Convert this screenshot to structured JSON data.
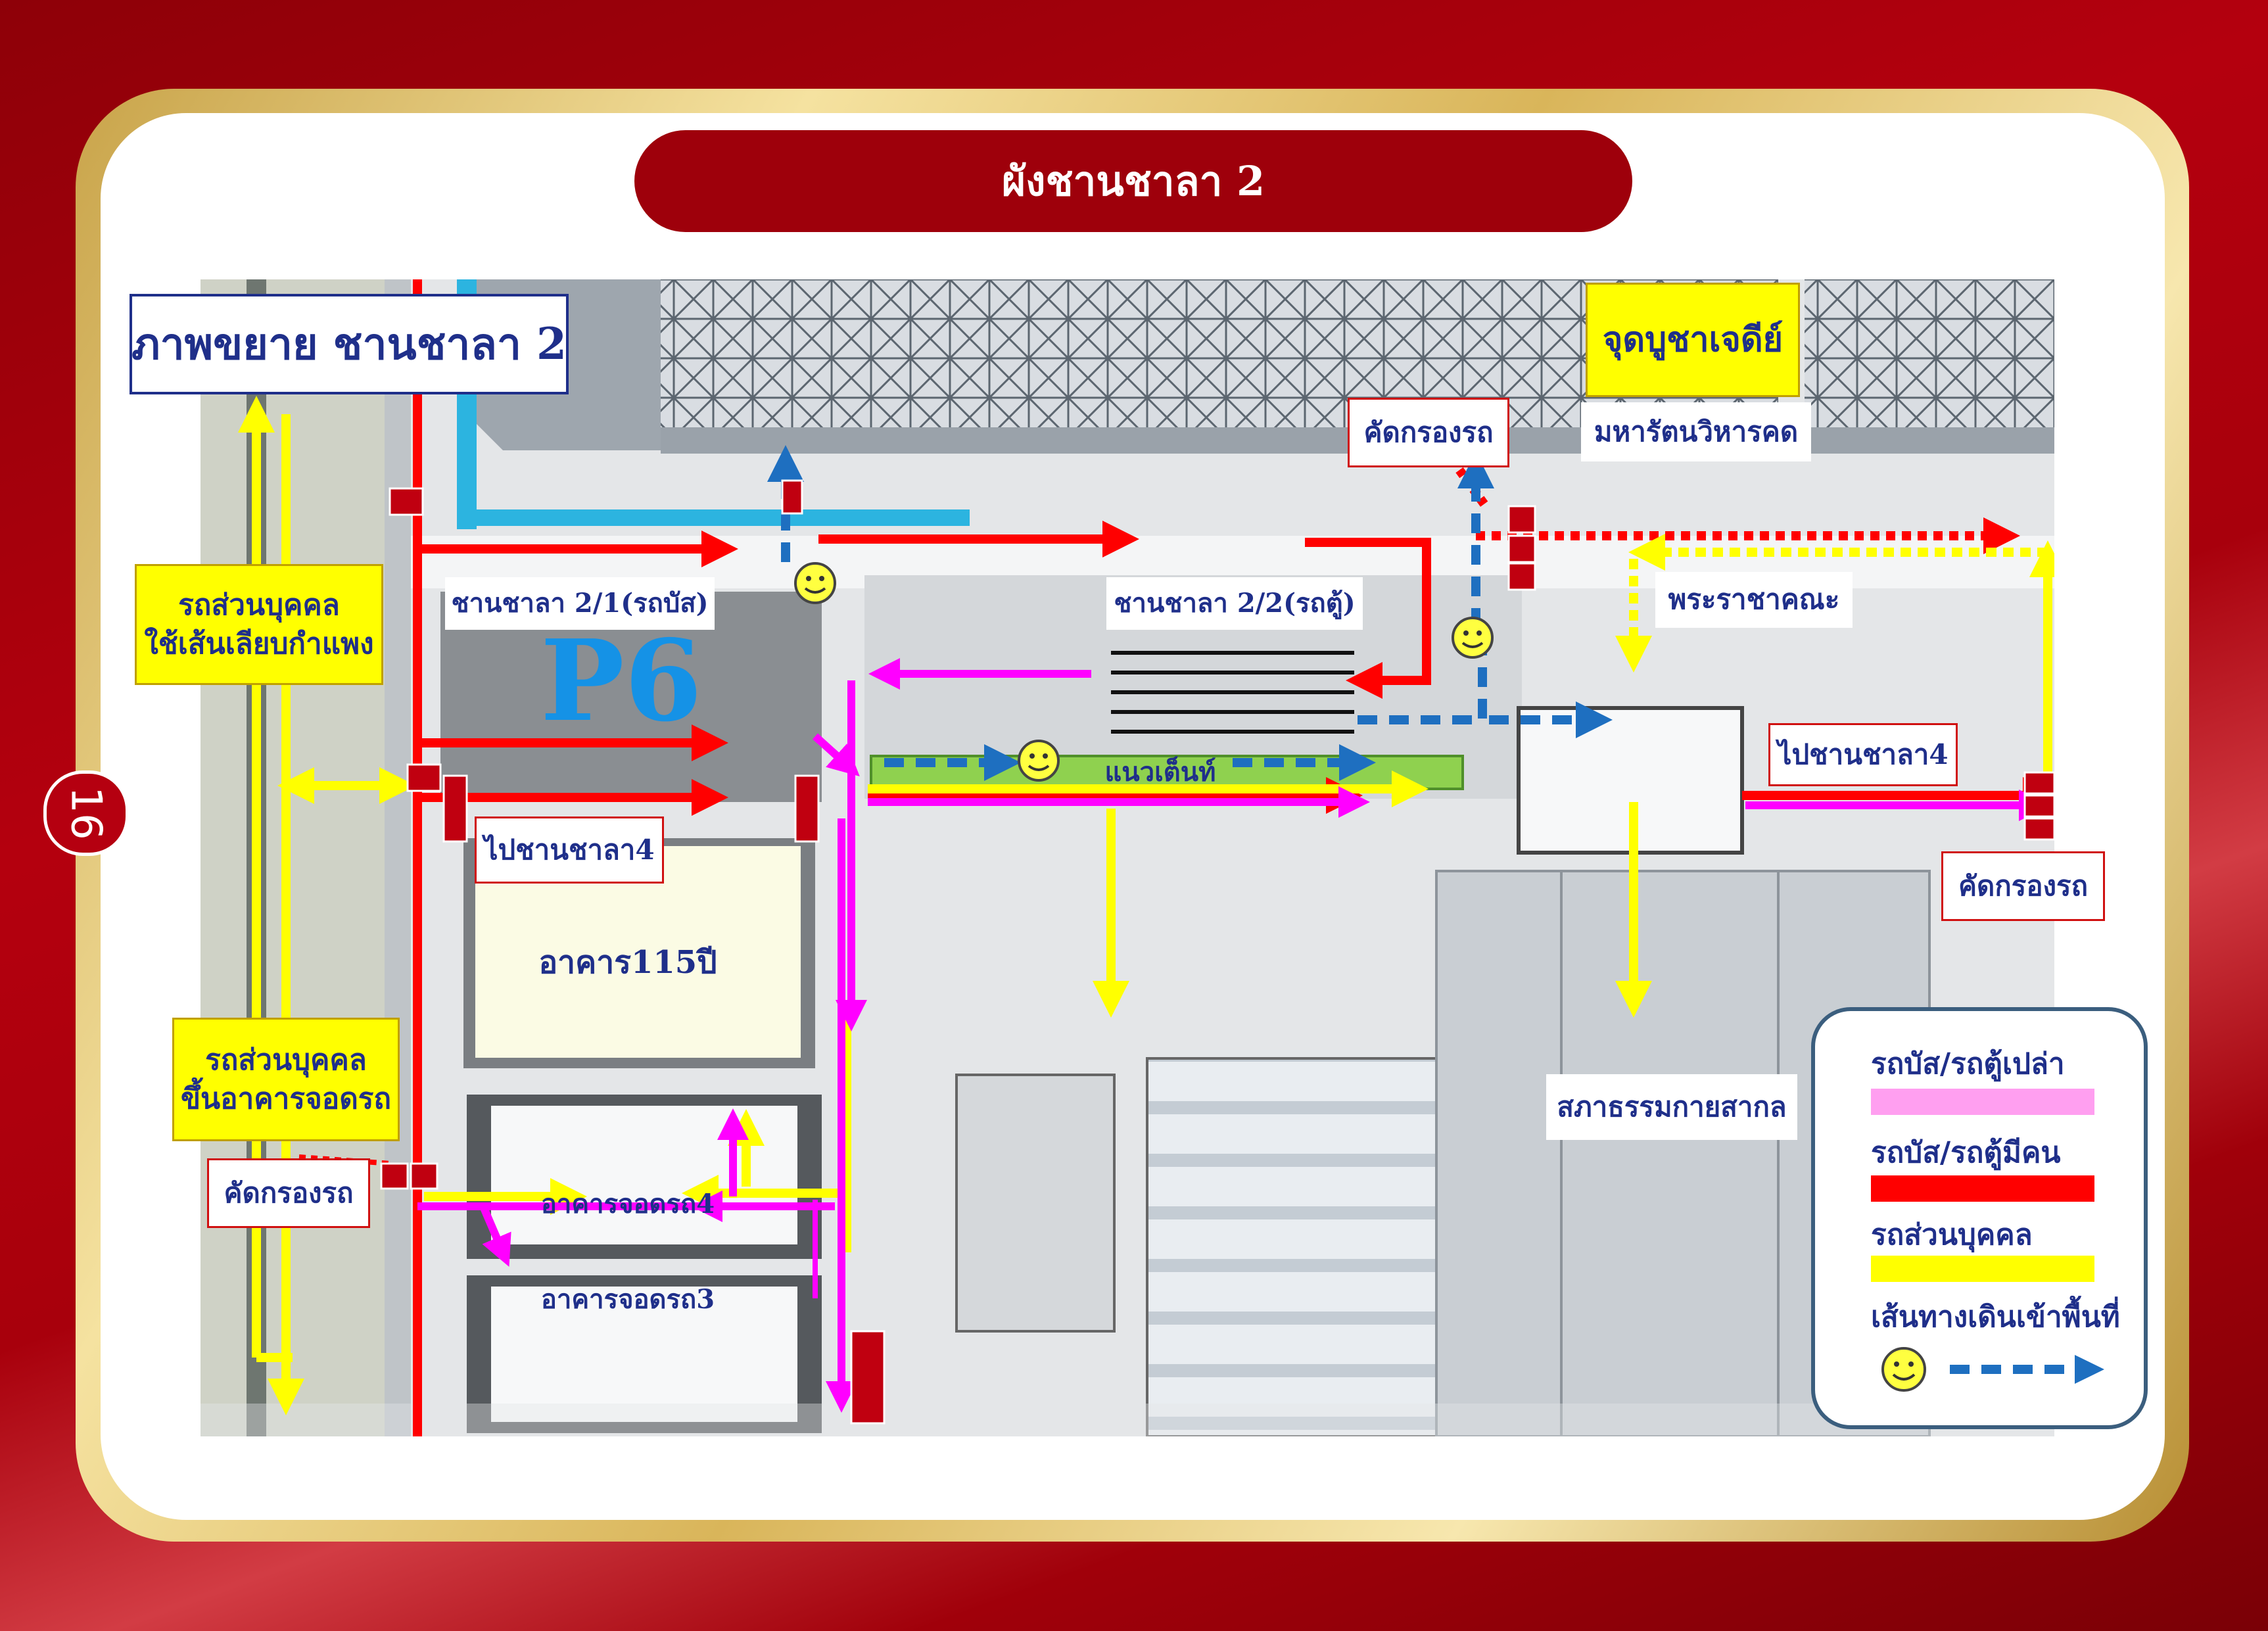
{
  "page": {
    "title": "ผังชานชาลา 2",
    "page_number": "16"
  },
  "map": {
    "zoom_title": "ภาพขยาย ชานชาลา 2",
    "p6": "P6",
    "labels": {
      "chedi_worship": "จุดบูชาเจดีย์",
      "maharat_hall": "มหารัตนวิหารคด",
      "platform_2_1": "ชานชาลา 2/1(รถบัส)",
      "platform_2_2": "ชานชาลา 2/2(รถตู้)",
      "private_car_wall_l1": "รถส่วนบุคคล",
      "private_car_wall_l2": "ใช้เส้นเลียบกำแพง",
      "private_car_park_l1": "รถส่วนบุคคล",
      "private_car_park_l2": "ขึ้นอาคารจอดรถ",
      "screening_top": "คัดกรองรถ",
      "screening_left": "คัดกรองรถ",
      "screening_right": "คัดกรองรถ",
      "to_platform4_left": "ไปชานชาลา4",
      "to_platform4_right": "ไปชานชาลา4",
      "clergy": "พระราชาคณะ",
      "tent_line": "แนวเต็นท์",
      "building_115": "อาคาร115ปี",
      "parking_4": "อาคารจอดรถ4",
      "parking_3": "อาคารจอดรถ3",
      "dhamma_hall": "สภาธรรมกายสากล"
    }
  },
  "legend": {
    "items": [
      {
        "label": "รถบัส/รถตู้เปล่า",
        "color": "#ff9ff0"
      },
      {
        "label": "รถบัส/รถตู้มีคน",
        "color": "#ff0000"
      },
      {
        "label": "รถส่วนบุคคล",
        "color": "#ffff00"
      },
      {
        "label": "เส้นทางเดินเข้าพื้นที่",
        "color": "#1e6fc0"
      }
    ]
  },
  "colors": {
    "empty_bus": "#ff9ff0",
    "occupied_bus": "#ff0000",
    "private_car": "#ffff00",
    "walkway": "#1e6fc0",
    "magenta_route": "#ff00ff"
  }
}
